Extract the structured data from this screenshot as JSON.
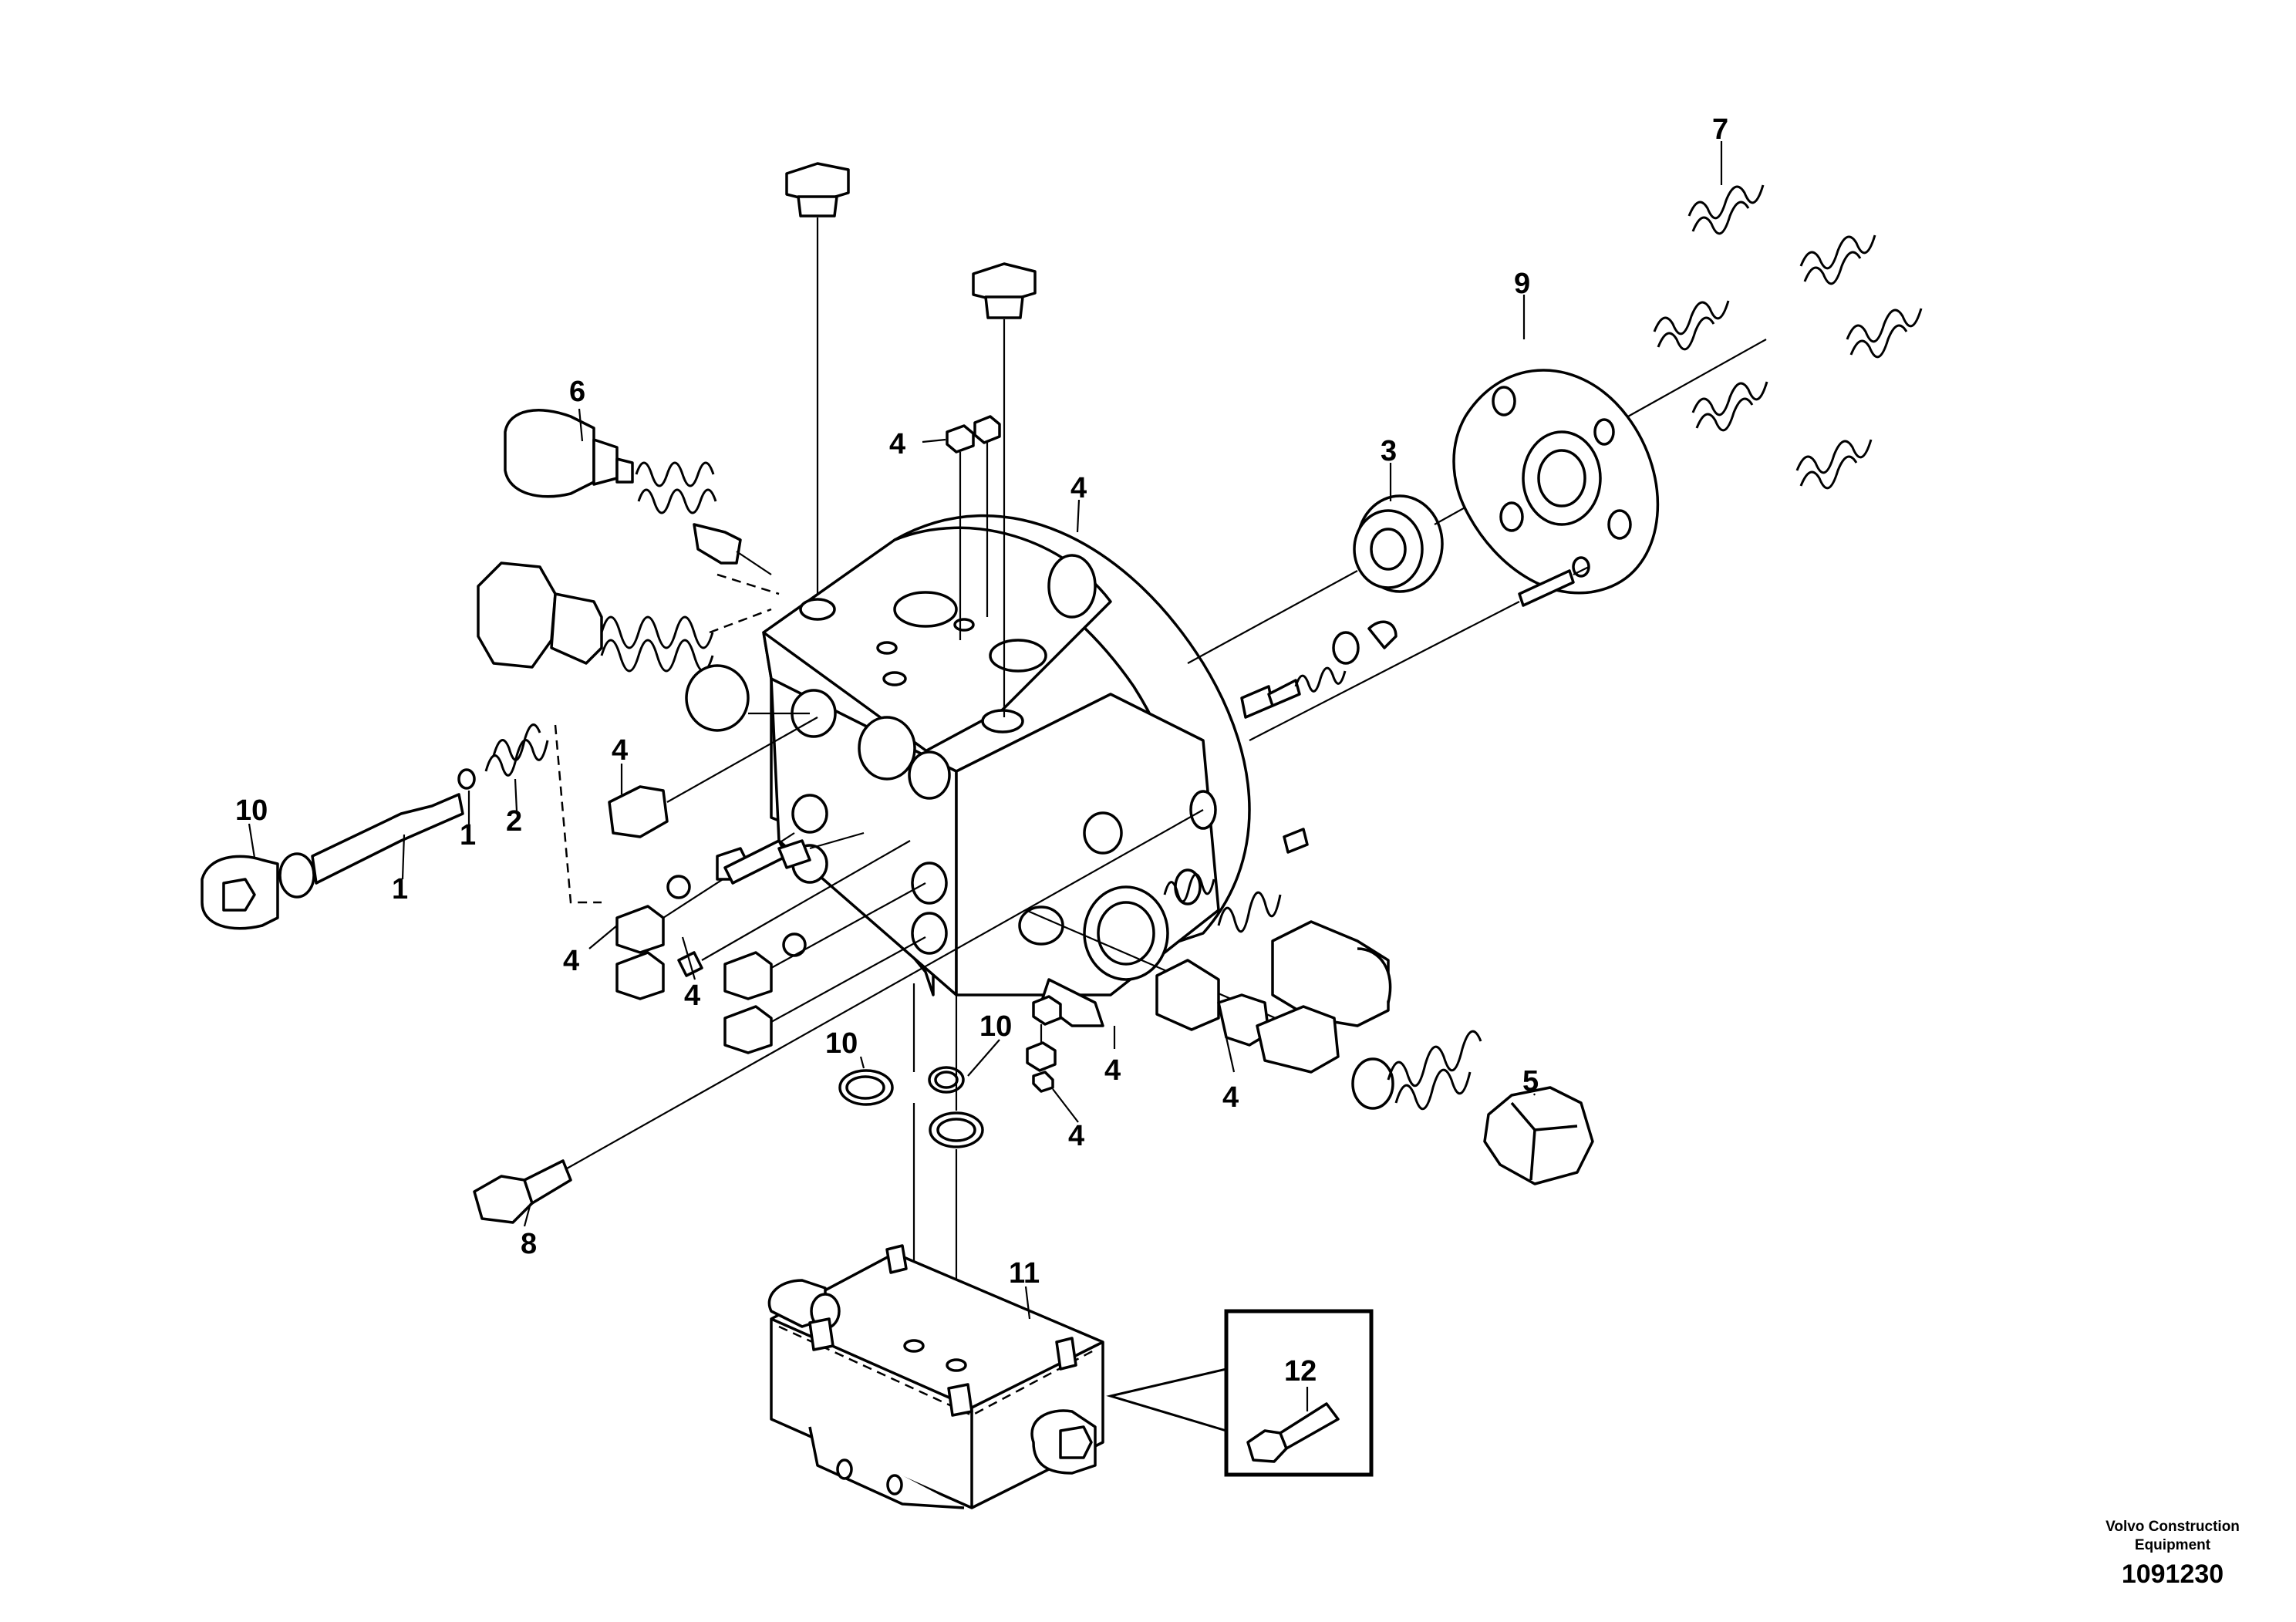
{
  "labels": {
    "l1a": "1",
    "l1b": "1",
    "l2": "2",
    "l3": "3",
    "l4a": "4",
    "l4b": "4",
    "l4c": "4",
    "l4d": "4",
    "l4e": "4",
    "l4f": "4",
    "l4g": "4",
    "l4h": "4",
    "l5": "5",
    "l6": "6",
    "l7": "7",
    "l8": "8",
    "l9": "9",
    "l10a": "10",
    "l10b": "10",
    "l10c": "10",
    "l11": "11",
    "l12": "12"
  },
  "footer": {
    "brand_line1": "Volvo Construction",
    "brand_line2": "Equipment",
    "doc_number": "1091230"
  }
}
